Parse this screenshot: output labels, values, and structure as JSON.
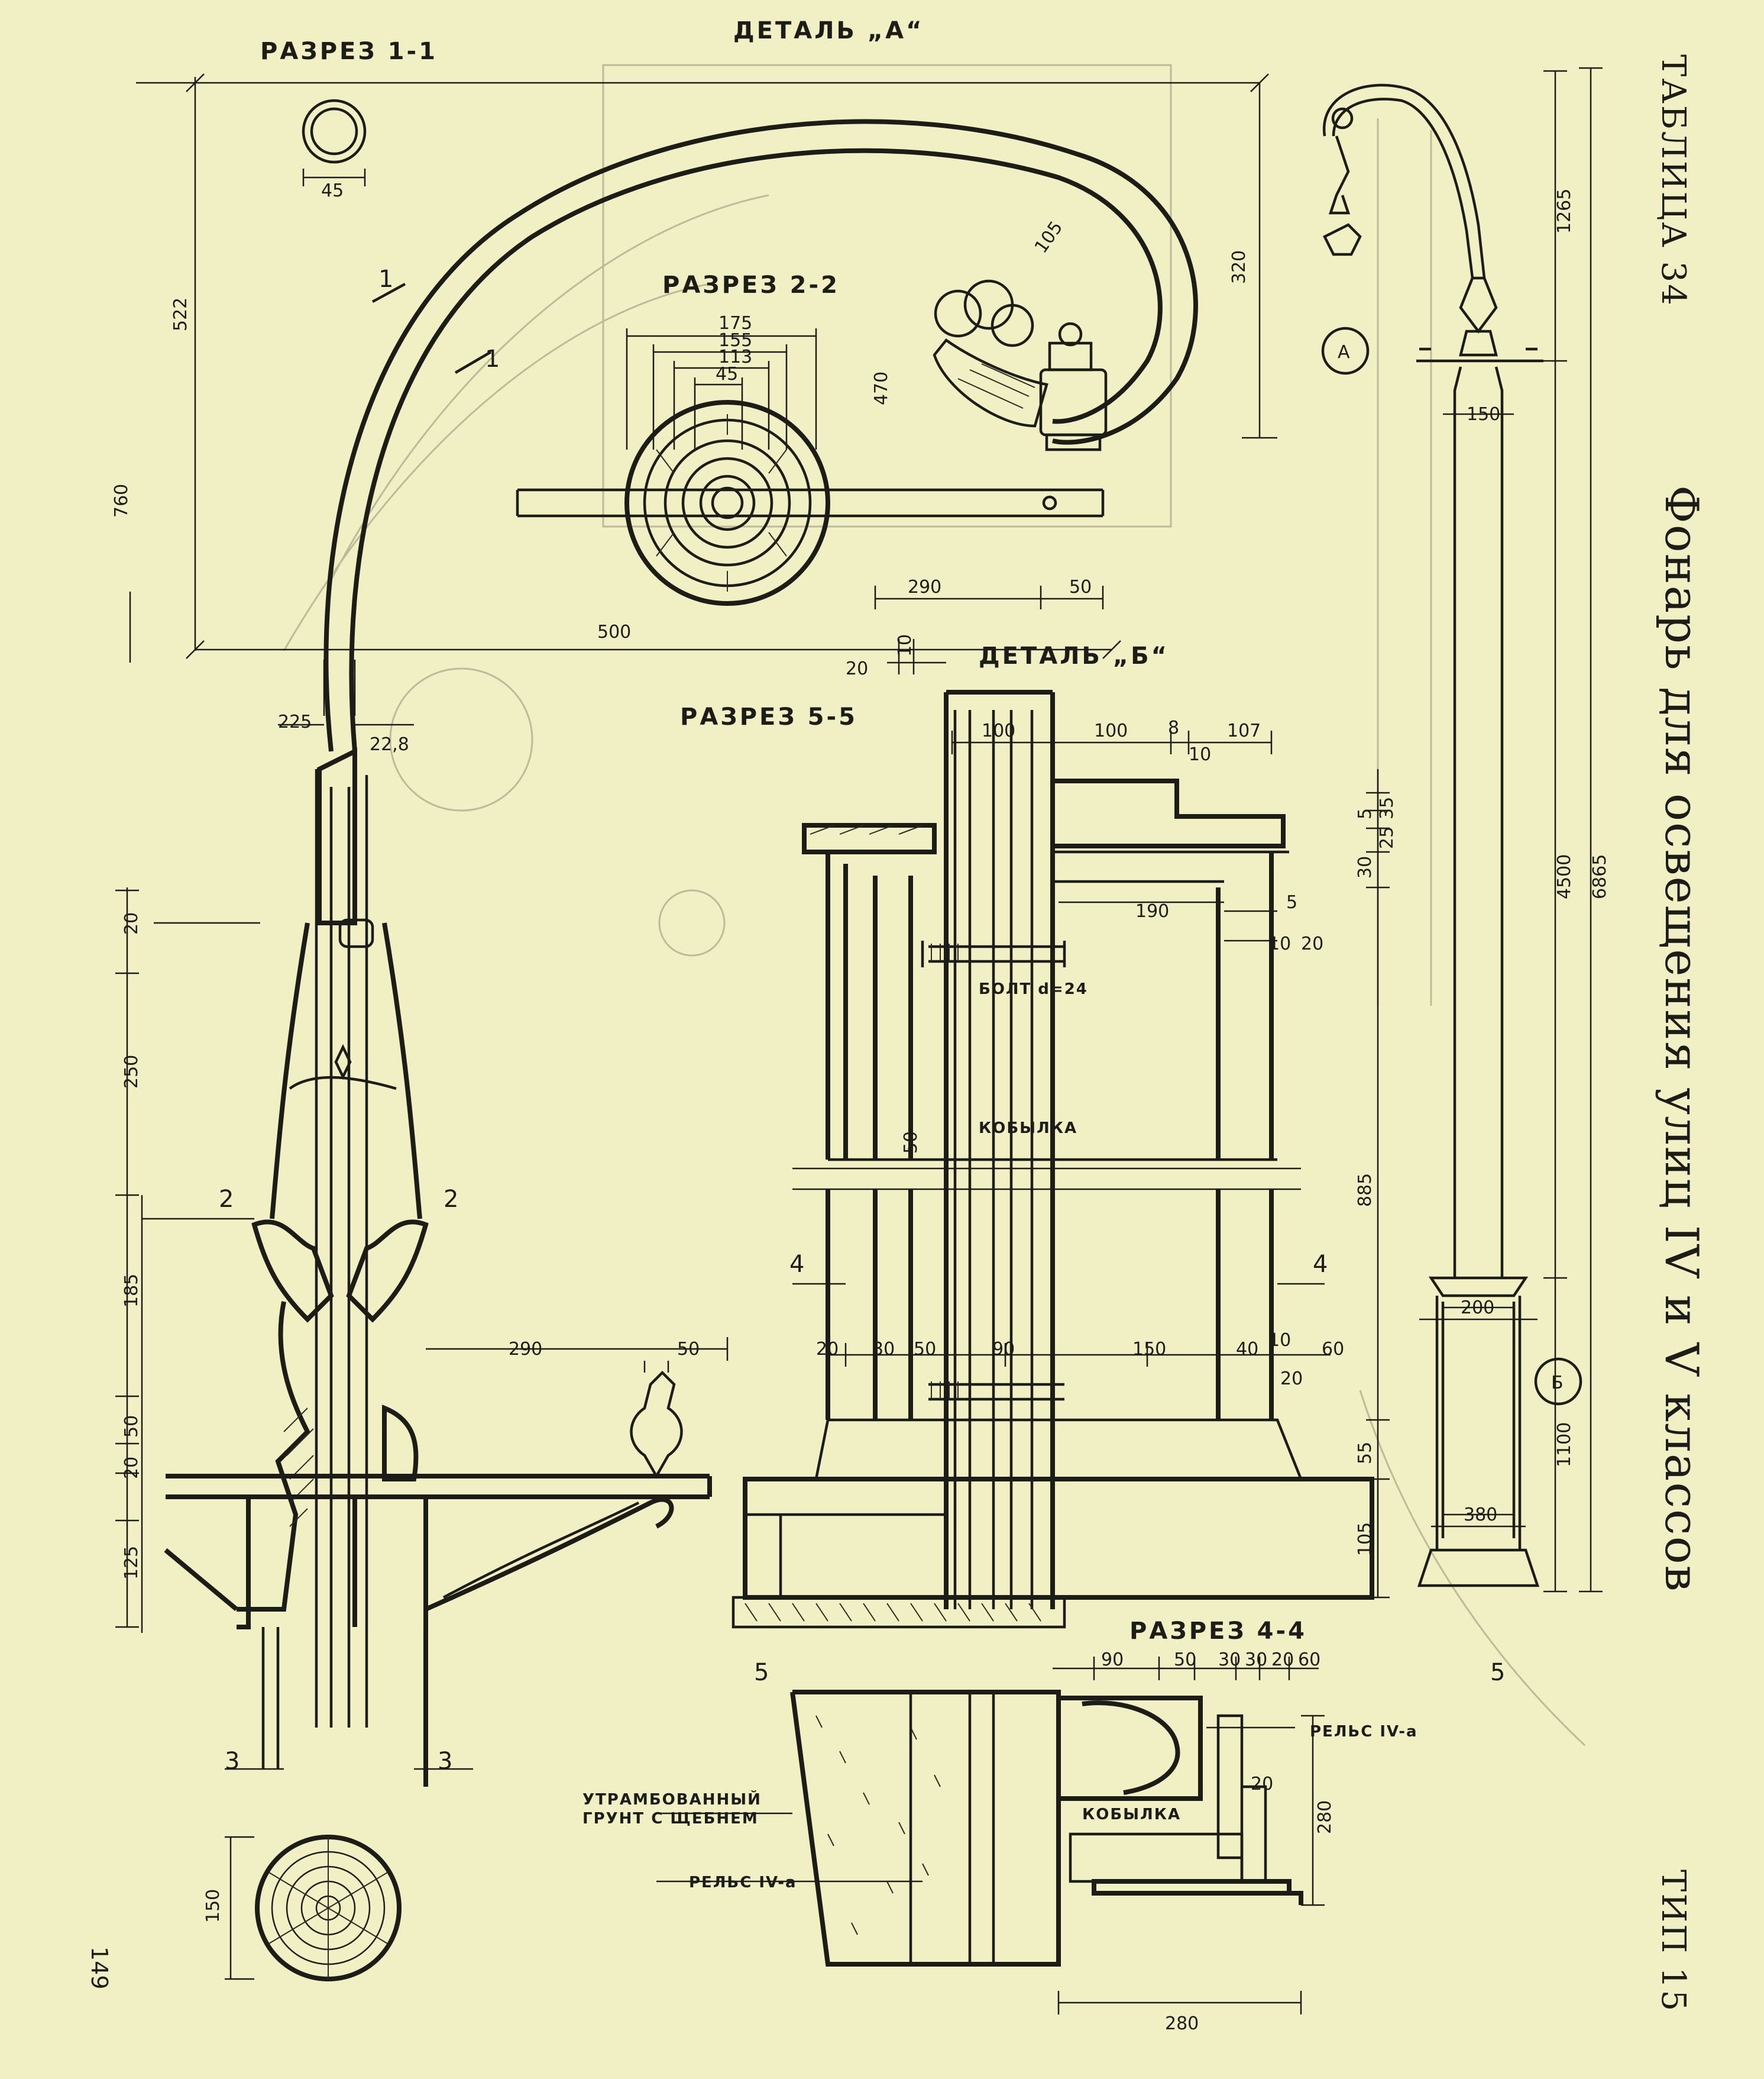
{
  "sheet": {
    "table_label": "ТАБЛИЦА 34",
    "title": "Фонарь для освещения улиц IV и V классов",
    "type_label": "ТИП 15",
    "page_number": "149"
  },
  "labels": {
    "section_1_1": "РАЗРЕЗ 1-1",
    "detail_a": "ДЕТАЛЬ „А“",
    "section_2_2": "РАЗРЕЗ 2-2",
    "detail_b": "ДЕТАЛЬ „Б“",
    "section_5_5": "РАЗРЕЗ 5-5",
    "section_4_4": "РАЗРЕЗ 4-4",
    "bolt": "БОЛТ  d=24",
    "kobylka_upper": "КОБЫЛКА",
    "kobylka_lower": "КОБЫЛКА",
    "soil_line1": "УТРАМБОВАННЫЙ",
    "soil_line2": "ГРУНТ С ЩЕБНЕМ",
    "rail_right": "РЕЛЬС  IV-а",
    "rail_left": "РЕЛЬС  IV-а",
    "mark_a": "А",
    "mark_b": "Б"
  },
  "section_marks": {
    "m1a": "1",
    "m1b": "1",
    "m2l": "2",
    "m2r": "2",
    "m3l": "3",
    "m3r": "3",
    "m4l": "4",
    "m4r": "4",
    "m5l": "5",
    "m5r": "5"
  },
  "dimensions": {
    "d45_ring": "45",
    "d522": "522",
    "d760": "760",
    "d500": "500",
    "d470": "470",
    "d320": "320",
    "d105": "105",
    "d175": "175",
    "d155": "155",
    "d113": "113",
    "d45_inner": "45",
    "d290_top": "290",
    "d50_top": "50",
    "d20_top": "20",
    "d10_top": "10",
    "d225": "225",
    "d22_8": "22,8",
    "d20_left": "20",
    "d250": "250",
    "d185": "185",
    "d50_left": "50",
    "d20_left_b": "20",
    "d125": "125",
    "d150_left": "150",
    "d290_mid": "290",
    "d50_mid": "50",
    "b100a": "100",
    "b100b": "100",
    "b8": "8",
    "b107": "107",
    "b10a": "10",
    "b190": "190",
    "b5": "5",
    "b10b": "10",
    "b20a": "20",
    "b50": "50",
    "b20_left": "20",
    "b30": "30",
    "b50b": "50",
    "b90": "90",
    "b150": "150",
    "b40": "40",
    "b10c": "10",
    "b60": "60",
    "b20b": "20",
    "r5": "5",
    "r35": "35",
    "r25": "25",
    "r30": "30",
    "r885": "885",
    "r55": "55",
    "r105": "105",
    "e1265": "1265",
    "e150": "150",
    "e4500": "4500",
    "e6865": "6865",
    "e200": "200",
    "e1100": "1100",
    "e380": "380",
    "s90": "90",
    "s50": "50",
    "s30a": "30",
    "s30b": "30",
    "s20": "20",
    "s60": "60",
    "s20_in": "20",
    "s280v": "280",
    "s280h": "280"
  }
}
